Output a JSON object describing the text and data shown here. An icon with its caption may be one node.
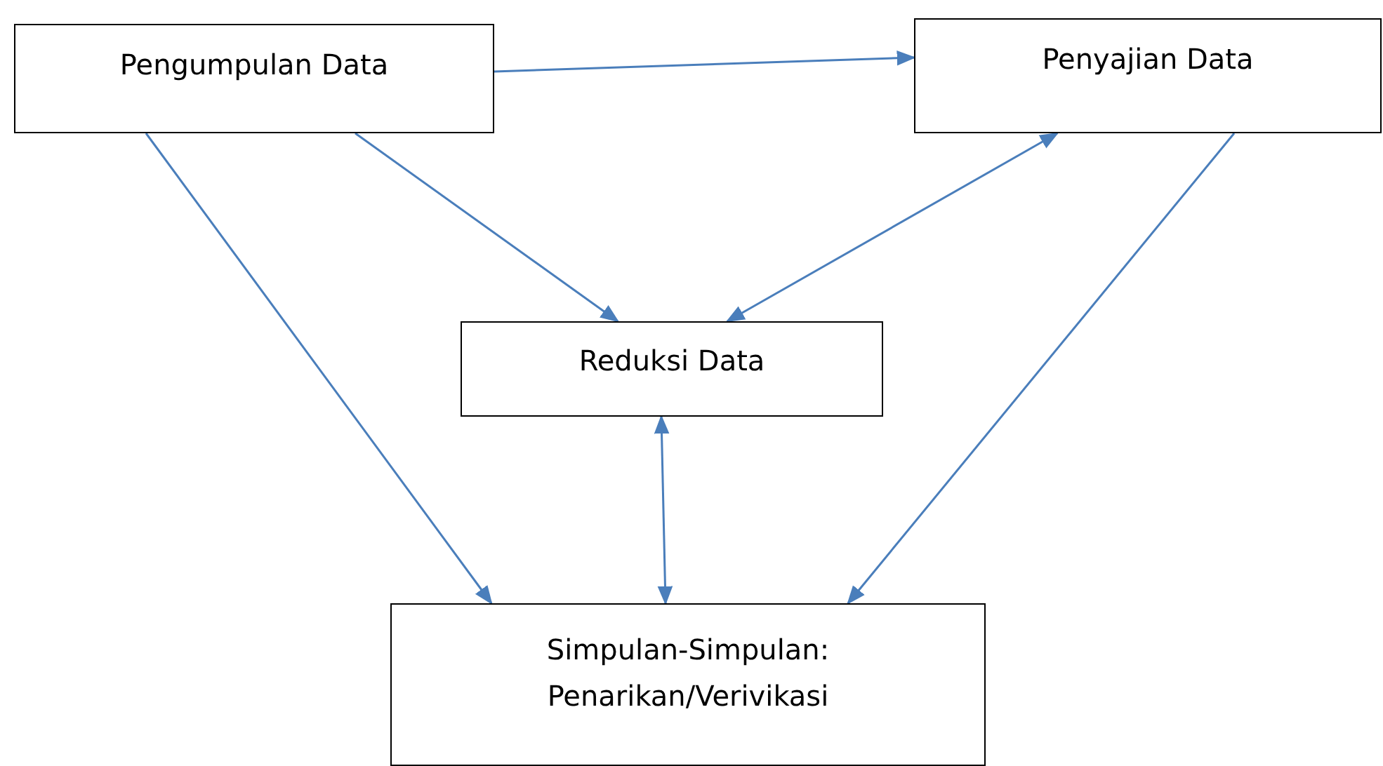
{
  "diagram": {
    "nodes": [
      {
        "text": [
          "Pengumpulan Data"
        ]
      },
      {
        "text": [
          "Penyajian Data"
        ]
      },
      {
        "text": [
          "Reduksi Data"
        ]
      },
      {
        "text": [
          "Simpulan-Simpulan: Penarikan/Verivikasi"
        ]
      }
    ],
    "edges": [
      {
        "from": 0,
        "to": 1,
        "arrow": "to"
      },
      {
        "from": 0,
        "to": 2,
        "arrow": "to"
      },
      {
        "from": 2,
        "to": 1,
        "arrow": "both"
      },
      {
        "from": 0,
        "to": 3,
        "arrow": "to"
      },
      {
        "from": 1,
        "to": 3,
        "arrow": "to"
      },
      {
        "from": 2,
        "to": 3,
        "arrow": "both"
      }
    ]
  }
}
